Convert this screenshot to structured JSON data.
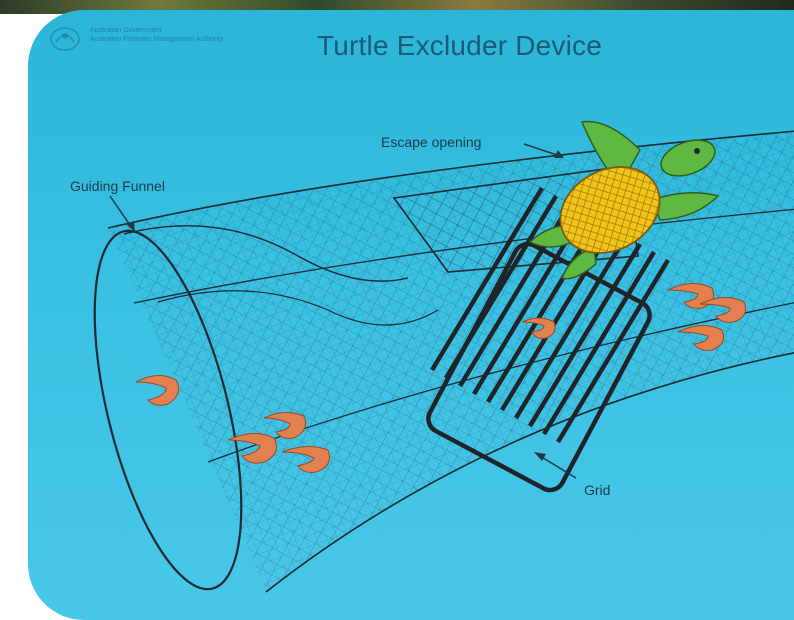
{
  "slide": {
    "title": "Turtle Excluder Device",
    "gov_line1": "Australian Government",
    "gov_line2": "Australian Fisheries Management Authority"
  },
  "labels": {
    "escape_opening": "Escape opening",
    "guiding_funnel": "Guiding Funnel",
    "grid": "Grid"
  },
  "colors": {
    "water": "#39c0e3",
    "title": "#1b5b78",
    "net": "#1b2b33",
    "turtle_shell": "#f2c418",
    "turtle_skin": "#5fb841",
    "shrimp": "#e2814f"
  }
}
